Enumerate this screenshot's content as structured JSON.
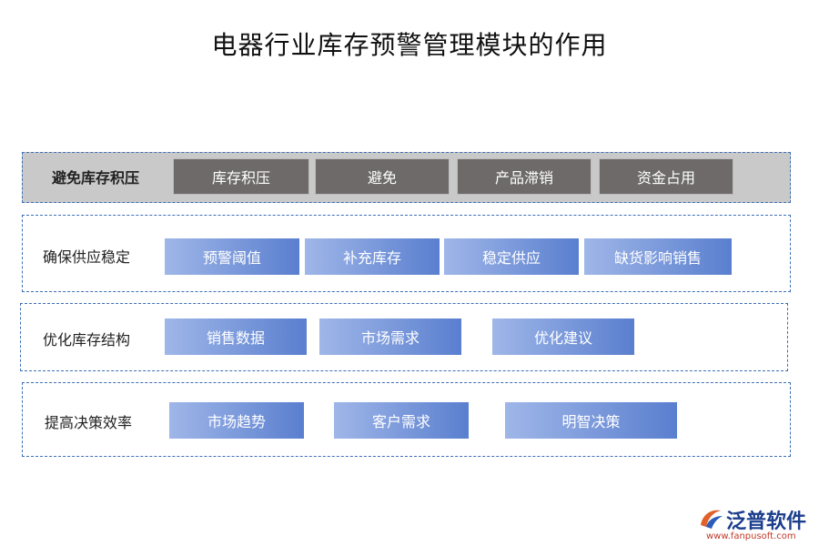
{
  "title": "电器行业库存预警管理模块的作用",
  "rows": [
    {
      "label": "避免库存积压",
      "items": [
        "库存积压",
        "避免",
        "产品滞销",
        "资金占用"
      ]
    },
    {
      "label": "确保供应稳定",
      "items": [
        "预警阈值",
        "补充库存",
        "稳定供应",
        "缺货影响销售"
      ]
    },
    {
      "label": "优化库存结构",
      "items": [
        "销售数据",
        "市场需求",
        "优化建议"
      ]
    },
    {
      "label": "提高决策效率",
      "items": [
        "市场趋势",
        "客户需求",
        "明智决策"
      ]
    }
  ],
  "logo": {
    "name": "泛普软件",
    "url": "www.fanpusoft.com"
  },
  "colors": {
    "row_border": "#3d6fb6",
    "chip_dark": "#6e6a6a",
    "chip_blue_start": "#9fb6e8",
    "chip_blue_end": "#5a7fcf",
    "row_gray_bg": "#c9c9c9"
  }
}
